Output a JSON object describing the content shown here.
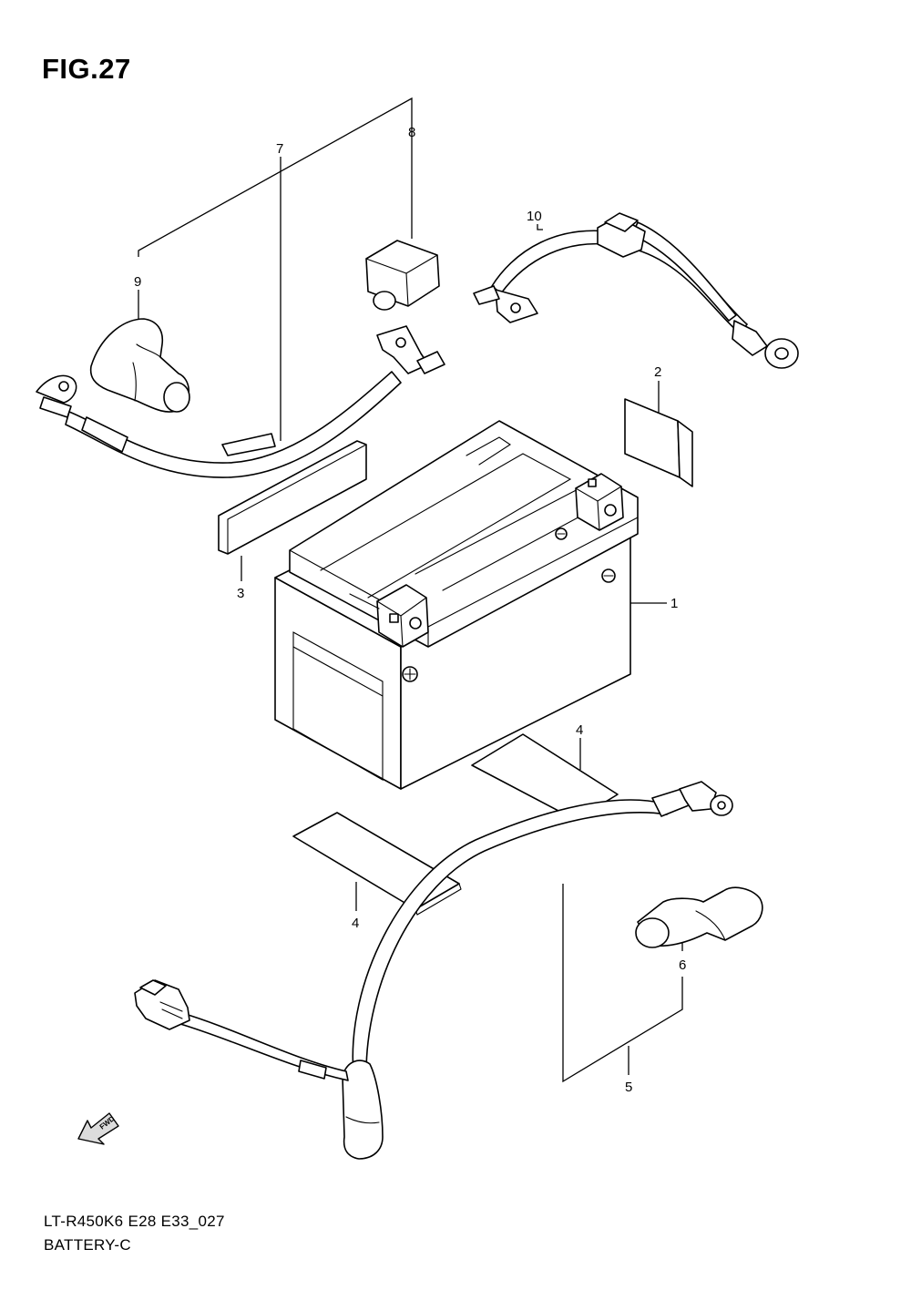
{
  "figure": {
    "title": "FIG.27"
  },
  "callouts": {
    "c1": "1",
    "c2": "2",
    "c3": "3",
    "c4a": "4",
    "c4b": "4",
    "c5": "5",
    "c6": "6",
    "c7": "7",
    "c8": "8",
    "c9": "9",
    "c10": "10"
  },
  "fwd_label": "FWD",
  "footer": {
    "model_code": "LT-R450K6 E28 E33_027",
    "section_name": "BATTERY-C"
  },
  "icons": {
    "direction": "fwd-arrow-icon"
  }
}
